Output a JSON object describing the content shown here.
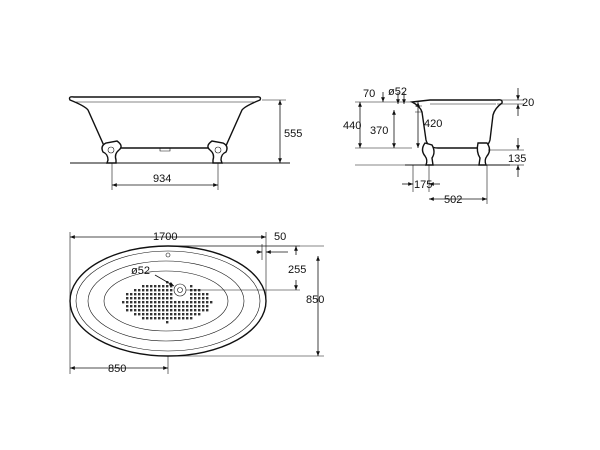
{
  "side_view": {
    "height_label": "555",
    "feet_spacing_label": "934"
  },
  "end_view": {
    "depth_top_label": "70",
    "drain_dia_label": "ø52",
    "total_height_label": "440",
    "drain_height_label": "370",
    "inner_depth_label": "420",
    "rim_label": "20",
    "foot_height_label": "135",
    "foot_offset_label": "175",
    "foot_spacing_label": "502"
  },
  "plan_view": {
    "length_label": "1700",
    "rim_offset_label": "50",
    "drain_dia_label": "ø52",
    "drain_offset_label": "255",
    "width_label": "850",
    "drain_position_label": "850"
  }
}
